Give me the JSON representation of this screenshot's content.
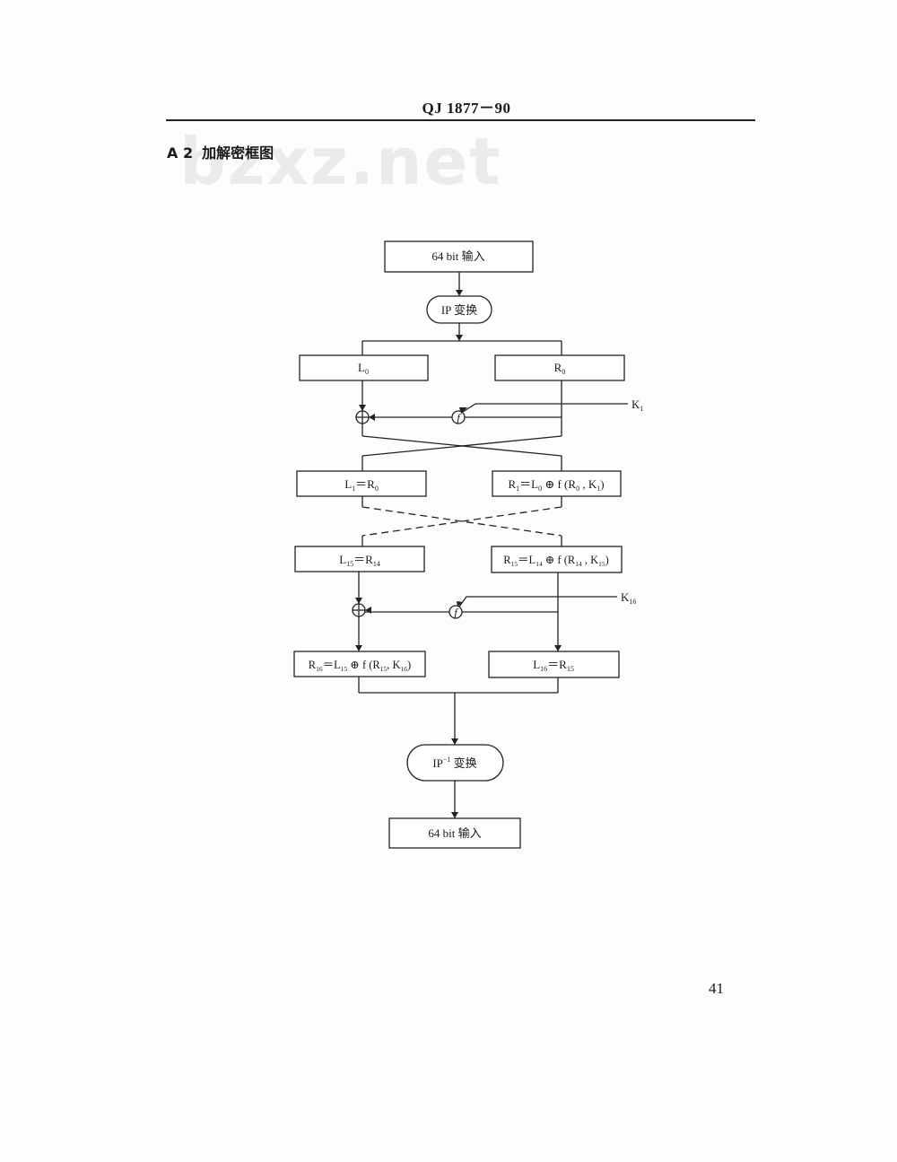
{
  "header": {
    "code": "QJ 1877－90"
  },
  "section": {
    "number": "A 2",
    "title": "加解密框图"
  },
  "watermark": "bzxz.net",
  "page_number": "41",
  "diagram": {
    "input_box": "64 bit 输入",
    "ip_transform": "IP 变换",
    "l0": "L",
    "l0_sub": "0",
    "r0": "R",
    "r0_sub": "0",
    "f_label": "f",
    "k1": "K",
    "k1_sub": "1",
    "k16": "K",
    "k16_sub": "16",
    "l1_eq": {
      "a": "L",
      "a_sub": "1",
      "eq": "＝R",
      "b_sub": "0"
    },
    "r1_eq": {
      "a": "R",
      "a_sub": "1",
      "rest1": "＝L",
      "rest1_sub": "0",
      "op": " ⊕ f (R",
      "op_sub": "0",
      "rest2": " , K",
      "rest2_sub": "1",
      "close": ")"
    },
    "l15_eq": {
      "a": "L",
      "a_sub": "15",
      "eq": "＝R",
      "b_sub": "14"
    },
    "r15_eq": {
      "a": "R",
      "a_sub": "15",
      "rest1": "＝L",
      "rest1_sub": "14",
      "op": " ⊕ f (R",
      "op_sub": "14",
      "rest2": " , K",
      "rest2_sub": "15",
      "close": ")"
    },
    "r16_eq": {
      "a": "R",
      "a_sub": "16",
      "rest1": "＝L",
      "rest1_sub": "15",
      "op": " ⊕ f (R",
      "op_sub": "15",
      "rest2": ", K",
      "rest2_sub": "16",
      "close": ")"
    },
    "l16_eq": {
      "a": "L",
      "a_sub": "16",
      "eq": "＝R",
      "b_sub": "15"
    },
    "ip_inverse": "IP",
    "ip_inverse_sup": "−1",
    "ip_inverse_rest": " 变换",
    "output_box": "64 bit 输入"
  }
}
